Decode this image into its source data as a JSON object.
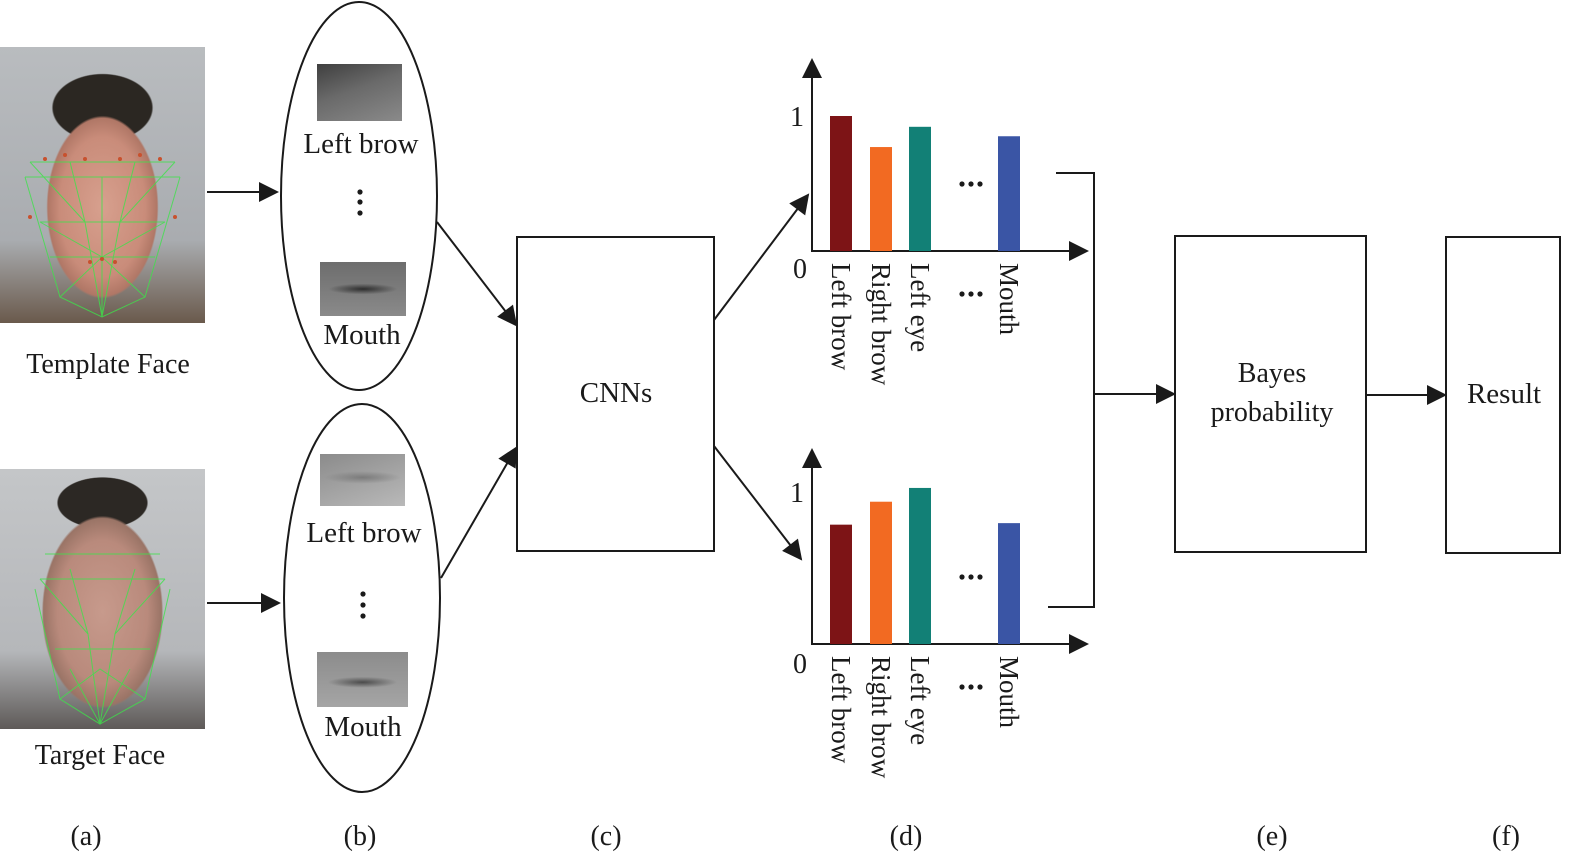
{
  "figure": {
    "panels": [
      {
        "id": "a",
        "label": "(a)"
      },
      {
        "id": "b",
        "label": "(b)"
      },
      {
        "id": "c",
        "label": "(c)"
      },
      {
        "id": "d",
        "label": "(d)"
      },
      {
        "id": "e",
        "label": "(e)"
      },
      {
        "id": "f",
        "label": "(f)"
      }
    ],
    "faces": {
      "template": {
        "caption": "Template Face",
        "image": "face-photo-with-landmark-mesh"
      },
      "target": {
        "caption": "Target Face",
        "image": "face-photo-with-landmark-mesh"
      }
    },
    "patch_groups": {
      "top": {
        "first_label": "Left brow",
        "ellipsis": "⋮",
        "last_label": "Mouth"
      },
      "bottom": {
        "first_label": "Left brow",
        "ellipsis": "⋮",
        "last_label": "Mouth"
      }
    },
    "cnn_box": {
      "label": "CNNs"
    },
    "bayes_box": {
      "line1": "Bayes",
      "line2": "probability"
    },
    "result_box": {
      "label": "Result"
    },
    "colors": {
      "left_brow": "#7d1416",
      "right_brow": "#f26a22",
      "left_eye": "#128076",
      "mouth": "#3a55a5",
      "line": "#1a1a1a"
    }
  },
  "chart_data": [
    {
      "type": "bar",
      "title": "",
      "categories": [
        "Left brow",
        "Right brow",
        "Left eye",
        "…",
        "Mouth"
      ],
      "values": [
        1.0,
        0.77,
        0.92,
        null,
        0.85
      ],
      "ytick_labels": [
        "0",
        "1"
      ],
      "ylim": [
        0,
        1.05
      ],
      "xlabel": "",
      "ylabel": "",
      "gap_marker": "…"
    },
    {
      "type": "bar",
      "title": "",
      "categories": [
        "Left brow",
        "Right brow",
        "Left eye",
        "…",
        "Mouth"
      ],
      "values": [
        0.78,
        0.93,
        1.02,
        null,
        0.79
      ],
      "ytick_labels": [
        "0",
        "1"
      ],
      "ylim": [
        0,
        1.05
      ],
      "xlabel": "",
      "ylabel": "",
      "gap_marker": "…"
    }
  ]
}
